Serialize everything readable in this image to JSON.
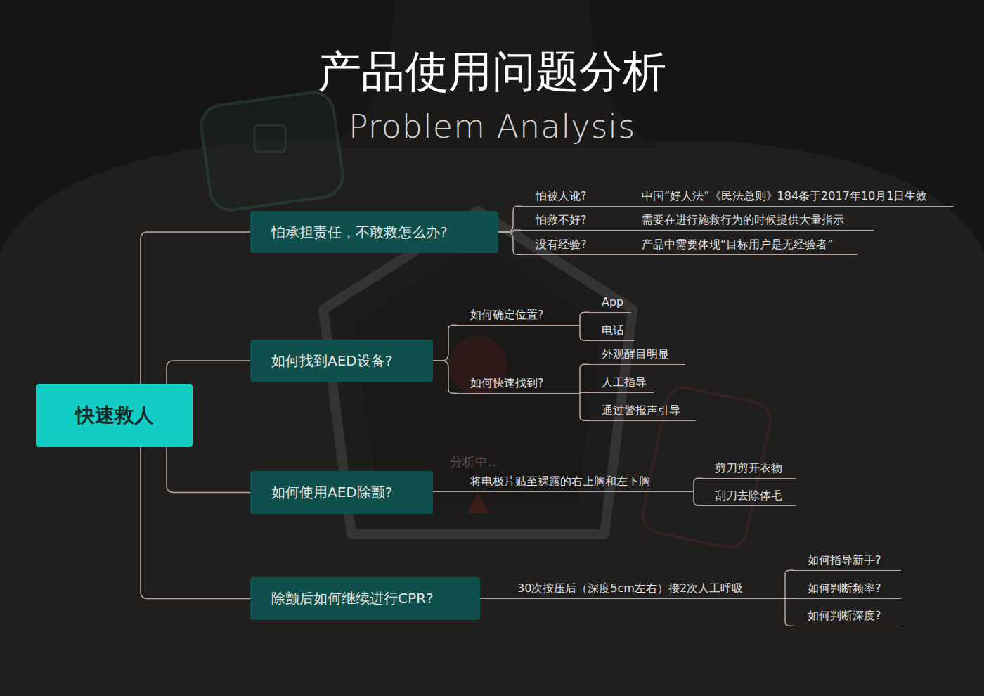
{
  "diagram": {
    "title": "产品使用问题分析",
    "nodes": [
      {
        "text": [
          "快速救人"
        ]
      },
      {
        "text": [
          "怕承担责任，不敢救怎么办?"
        ]
      },
      {
        "text": [
          "怕被人讹?"
        ]
      },
      {
        "text": [
          "中国“好人法”《民法总则》184条于2017年10月1日生效"
        ]
      },
      {
        "text": [
          "怕救不好?"
        ]
      },
      {
        "text": [
          "需要在进行施救行为的时候提供大量指示"
        ]
      },
      {
        "text": [
          "没有经验?"
        ]
      },
      {
        "text": [
          "产品中需要体现“目标用户是无经验者”"
        ]
      },
      {
        "text": [
          "如何找到AED设备?"
        ]
      },
      {
        "text": [
          "如何确定位置?"
        ]
      },
      {
        "text": [
          "App"
        ]
      },
      {
        "text": [
          "电话"
        ]
      },
      {
        "text": [
          "如何快速找到?"
        ]
      },
      {
        "text": [
          "外观醒目明显"
        ]
      },
      {
        "text": [
          "人工指导"
        ]
      },
      {
        "text": [
          "通过警报声引导"
        ]
      },
      {
        "text": [
          "如何使用AED除颤?"
        ]
      },
      {
        "text": [
          "将电极片贴至裸露的右上胸和左下胸"
        ]
      },
      {
        "text": [
          "剪刀剪开衣物"
        ]
      },
      {
        "text": [
          "刮刀去除体毛"
        ]
      },
      {
        "text": [
          "除颤后如何继续进行CPR?"
        ]
      },
      {
        "text": [
          "30次按压后（深度5cm左右）接2次人工呼吸"
        ]
      },
      {
        "text": [
          "如何指导新手?"
        ]
      },
      {
        "text": [
          "如何判断频率?"
        ]
      },
      {
        "text": [
          "如何判断深度?"
        ]
      }
    ],
    "edges": [
      {
        "from": 0,
        "to": 1,
        "arrow": "none"
      },
      {
        "from": 0,
        "to": 8,
        "arrow": "none"
      },
      {
        "from": 0,
        "to": 16,
        "arrow": "none"
      },
      {
        "from": 0,
        "to": 20,
        "arrow": "none"
      },
      {
        "from": 1,
        "to": 2,
        "arrow": "none"
      },
      {
        "from": 1,
        "to": 4,
        "arrow": "none"
      },
      {
        "from": 1,
        "to": 6,
        "arrow": "none"
      },
      {
        "from": 2,
        "to": 3,
        "arrow": "none"
      },
      {
        "from": 4,
        "to": 5,
        "arrow": "none"
      },
      {
        "from": 6,
        "to": 7,
        "arrow": "none"
      },
      {
        "from": 8,
        "to": 9,
        "arrow": "none"
      },
      {
        "from": 8,
        "to": 12,
        "arrow": "none"
      },
      {
        "from": 9,
        "to": 10,
        "arrow": "none"
      },
      {
        "from": 9,
        "to": 11,
        "arrow": "none"
      },
      {
        "from": 12,
        "to": 13,
        "arrow": "none"
      },
      {
        "from": 12,
        "to": 14,
        "arrow": "none"
      },
      {
        "from": 12,
        "to": 15,
        "arrow": "none"
      },
      {
        "from": 16,
        "to": 17,
        "arrow": "none"
      },
      {
        "from": 17,
        "to": 18,
        "arrow": "none"
      },
      {
        "from": 17,
        "to": 19,
        "arrow": "none"
      },
      {
        "from": 20,
        "to": 21,
        "arrow": "none"
      },
      {
        "from": 21,
        "to": 22,
        "arrow": "none"
      },
      {
        "from": 21,
        "to": 23,
        "arrow": "none"
      },
      {
        "from": 21,
        "to": 24,
        "arrow": "none"
      }
    ],
    "labels": [
      "Problem Analysis",
      "分析中..."
    ]
  }
}
